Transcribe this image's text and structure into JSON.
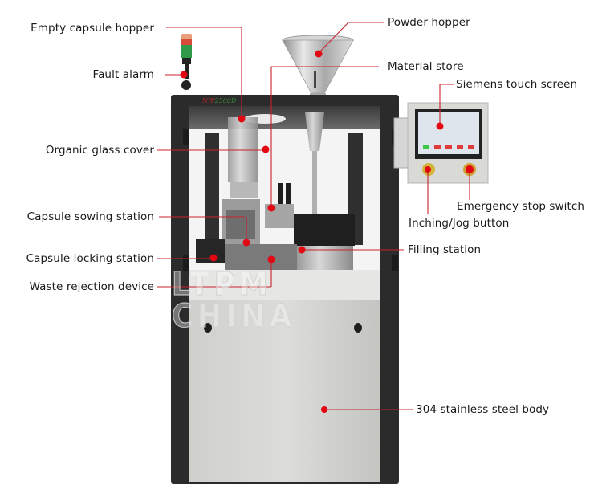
{
  "diagram": {
    "subject": "Automatic capsule filling machine",
    "brand_mark": {
      "model_prefix": "NJP",
      "model_number": "2500D"
    },
    "watermark": "LTPM CHINA",
    "colors": {
      "leader_line": "#c8232c",
      "marker_dot": "#e30613",
      "frame": "#2b2b2b",
      "panel": "#c9c9c6",
      "text": "#1a1a1a"
    },
    "callouts": [
      {
        "id": "empty-capsule-hopper",
        "text": "Empty capsule hopper",
        "side": "left"
      },
      {
        "id": "fault-alarm",
        "text": "Fault alarm",
        "side": "left"
      },
      {
        "id": "organic-glass-cover",
        "text": "Organic glass cover",
        "side": "left"
      },
      {
        "id": "capsule-sowing-station",
        "text": "Capsule sowing station",
        "side": "left"
      },
      {
        "id": "capsule-locking-station",
        "text": "Capsule locking station",
        "side": "left"
      },
      {
        "id": "waste-rejection-device",
        "text": "Waste rejection device",
        "side": "left"
      },
      {
        "id": "powder-hopper",
        "text": "Powder hopper",
        "side": "right"
      },
      {
        "id": "material-store",
        "text": "Material store",
        "side": "right"
      },
      {
        "id": "siemens-touch-screen",
        "text": "Siemens touch screen",
        "side": "right"
      },
      {
        "id": "emergency-stop-switch",
        "text": "Emergency stop switch",
        "side": "right"
      },
      {
        "id": "inching-jog-button",
        "text": "Inching/Jog button",
        "side": "right"
      },
      {
        "id": "filling-station",
        "text": "Filling station",
        "side": "right"
      },
      {
        "id": "stainless-steel-body",
        "text": "304 stainless steel body",
        "side": "right"
      }
    ]
  }
}
